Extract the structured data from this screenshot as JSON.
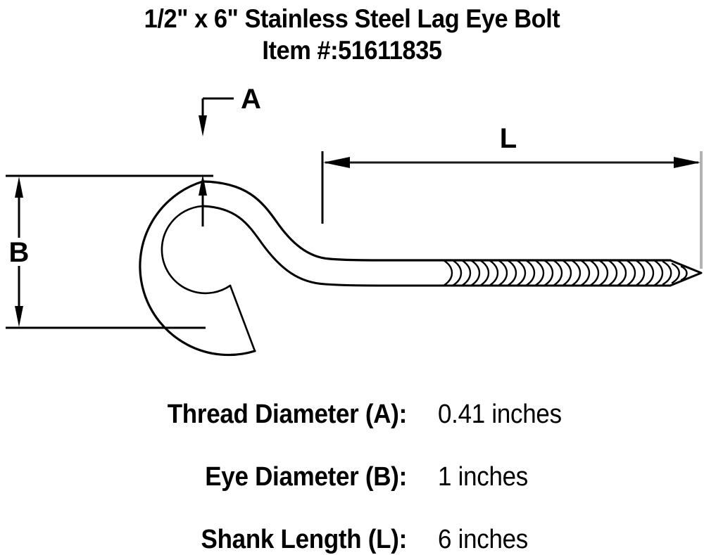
{
  "title": {
    "line1": "1/2\" x 6\" Stainless Steel Lag Eye Bolt",
    "line2": "Item #:51611835"
  },
  "diagram": {
    "product": "lag-eye-bolt",
    "dimension_labels": {
      "thread_diameter": "A",
      "eye_diameter": "B",
      "shank_length": "L"
    },
    "line_color": "#000000",
    "fill_color": "#ffffff",
    "extension_line_color": "#b3b3b3"
  },
  "specs": [
    {
      "label": "Thread Diameter (A):",
      "value": "0.41 inches"
    },
    {
      "label": "Eye Diameter (B):",
      "value": "1 inches"
    },
    {
      "label": "Shank Length (L):",
      "value": "6 inches"
    }
  ]
}
